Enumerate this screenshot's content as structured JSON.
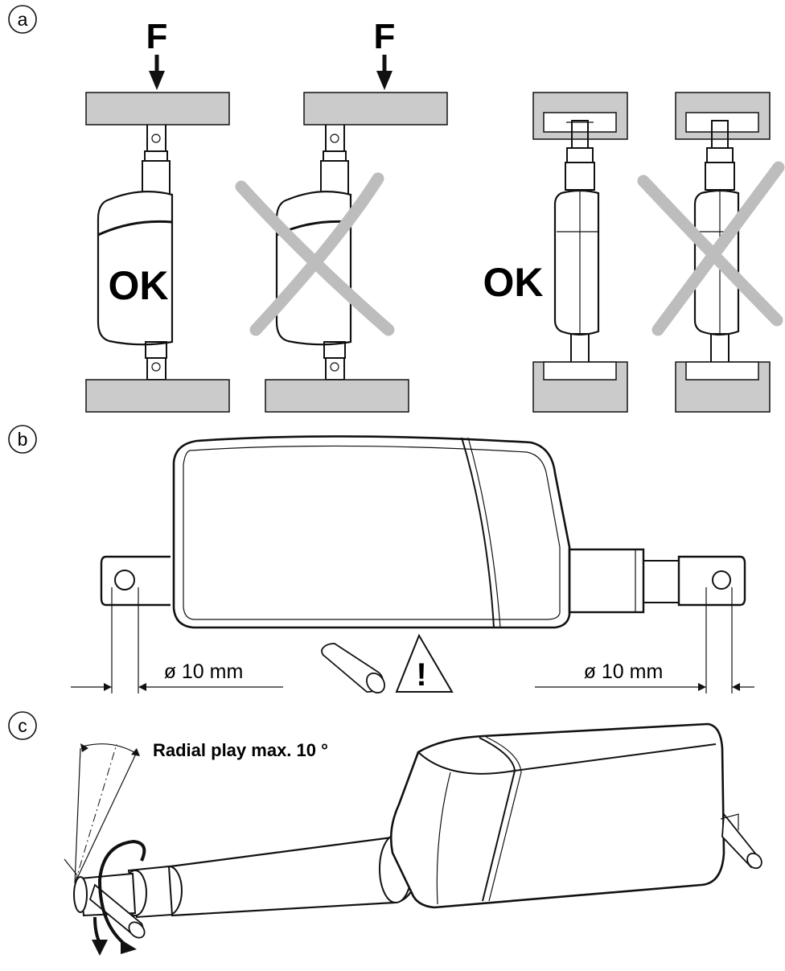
{
  "panels": {
    "a": {
      "marker": "a",
      "force_label": "F",
      "ok_label": "OK"
    },
    "b": {
      "marker": "b",
      "pin_left_label": "ø 10 mm",
      "pin_right_label": "ø 10 mm",
      "warning_symbol": "!"
    },
    "c": {
      "marker": "c",
      "radial_play_label": "Radial play max. 10 °"
    }
  },
  "icons": [
    "force-arrow-icon",
    "cross-mark-icon",
    "warning-triangle-icon",
    "rotation-arrow-icon"
  ],
  "colors": {
    "plate_fill": "#cbcbcb",
    "cross_mark": "#bdbdbd",
    "line": "#111111"
  }
}
